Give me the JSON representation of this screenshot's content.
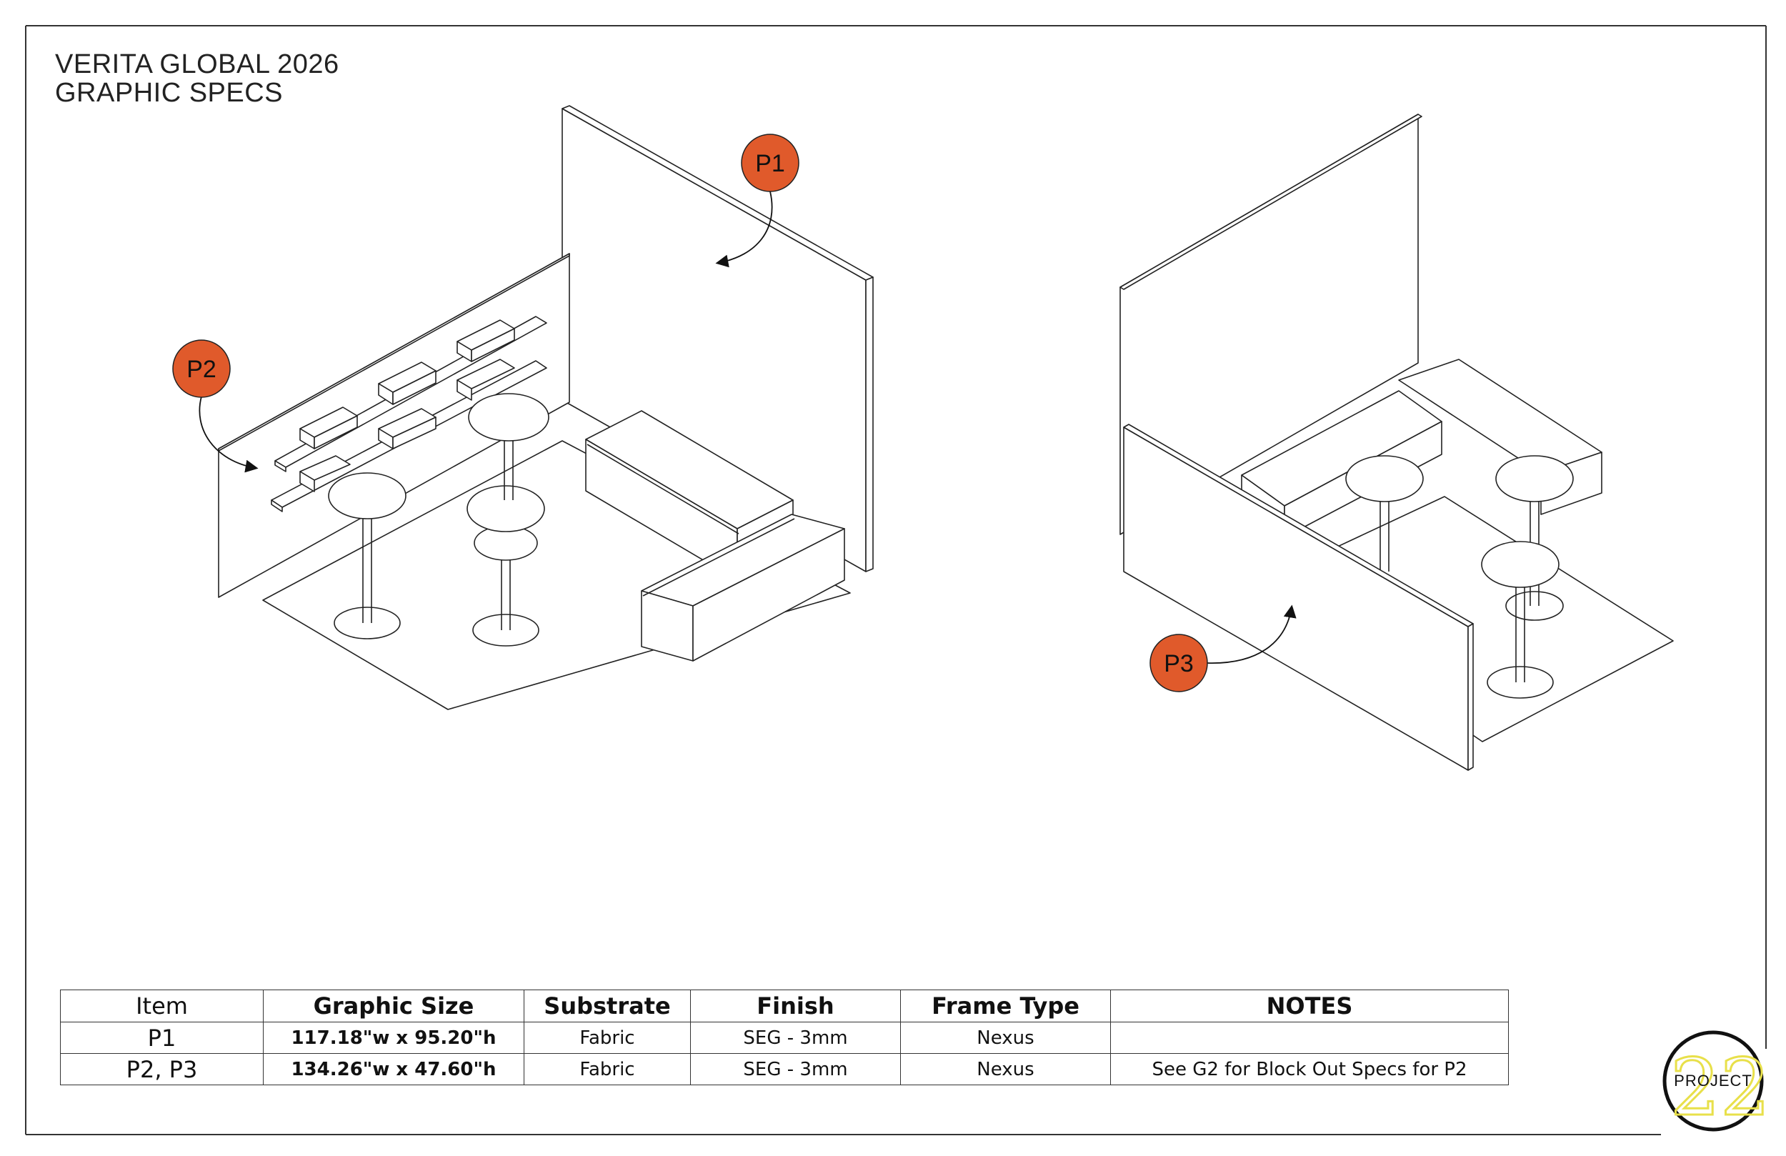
{
  "title": {
    "line1": "VERITA GLOBAL 2026",
    "line2": "GRAPHIC SPECS"
  },
  "callouts": {
    "p1": "P1",
    "p2": "P2",
    "p3": "P3",
    "color": "#E05A2B"
  },
  "logo": {
    "text": "PROJECT",
    "number": "22",
    "ring_color": "#111111",
    "number_color": "#E8E04A"
  },
  "spec_table": {
    "headers": {
      "item": "Item",
      "size": "Graphic Size",
      "substrate": "Substrate",
      "finish": "Finish",
      "frame": "Frame Type",
      "notes": "NOTES"
    },
    "rows": [
      {
        "item": "P1",
        "size": "117.18\"w x 95.20\"h",
        "substrate": "Fabric",
        "finish": "SEG - 3mm",
        "frame": "Nexus",
        "notes": ""
      },
      {
        "item": "P2, P3",
        "size": "134.26\"w x 47.60\"h",
        "substrate": "Fabric",
        "finish": "SEG - 3mm",
        "frame": "Nexus",
        "notes": "See G2 for Block Out Specs for P2"
      }
    ]
  }
}
